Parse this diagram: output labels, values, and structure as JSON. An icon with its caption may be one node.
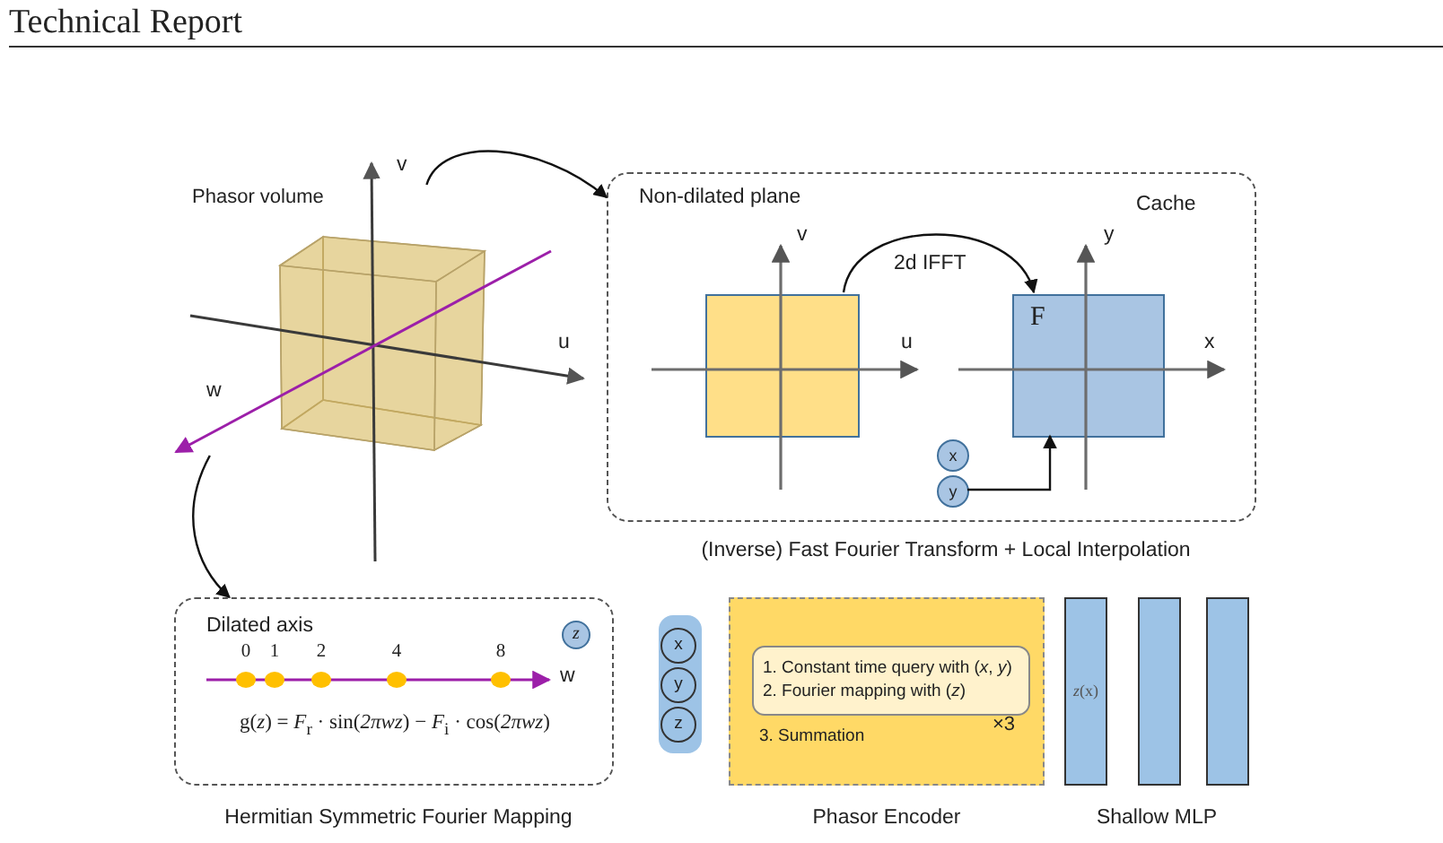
{
  "diagram": {
    "nodes": [
      {
        "text": [
          "Phasor volume"
        ]
      },
      {
        "text": [],
        "shape": "box",
        "beside": [
          "(Inverse) Fast Fourier Transform + Local Interpolation"
        ]
      },
      {
        "text": [],
        "shape": "box",
        "in": 1
      },
      {
        "text": [
          "F"
        ],
        "in": 1
      },
      {
        "text": [
          "x"
        ],
        "in": 1
      },
      {
        "text": [
          "y"
        ],
        "in": 1
      },
      {
        "text": [
          "Dilated axis"
        ],
        "beside": [
          "Hermitian Symmetric Fourier Mapping"
        ]
      },
      {
        "text": [
          "z"
        ],
        "in": 6
      },
      {
        "text": [],
        "shape": "box"
      },
      {
        "text": [
          "x"
        ],
        "in": 8
      },
      {
        "text": [
          "y"
        ],
        "in": 8
      },
      {
        "text": [
          "z"
        ],
        "in": 8
      },
      {
        "text": [
          "3. Summation"
        ],
        "beside": [
          "Phasor Encoder"
        ]
      },
      {
        "text": [
          "1. Constant time query with (*x*, *y*)",
          "2. Fourier mapping with (*z*)"
        ],
        "in": 12,
        "beside": [
          "×3"
        ]
      },
      {
        "text": [
          "*z*(x)"
        ]
      },
      {
        "text": [],
        "shape": "bar"
      },
      {
        "text": [],
        "shape": "bar"
      }
    ],
    "edges": [
      {
        "from": 0,
        "to": 1,
        "arrow": "to"
      },
      {
        "from": 2,
        "to": 3,
        "arrow": "to",
        "label": "2d IFFT"
      },
      {
        "from": 5,
        "to": 3,
        "arrow": "to"
      },
      {
        "from": 0,
        "to": 6,
        "arrow": "to"
      }
    ],
    "labels": [
      "Technical Report",
      "v",
      "u",
      "w",
      "Non-dilated plane",
      "Cache",
      "v",
      "u",
      "y",
      "x",
      "0",
      "1",
      "2",
      "4",
      "8",
      "w",
      "g(*z*) = *F*$_{r}$ · sin(*2πwz*) − *F*$_{i}$ · cos(*2πwz*)",
      "Shallow MLP"
    ]
  }
}
